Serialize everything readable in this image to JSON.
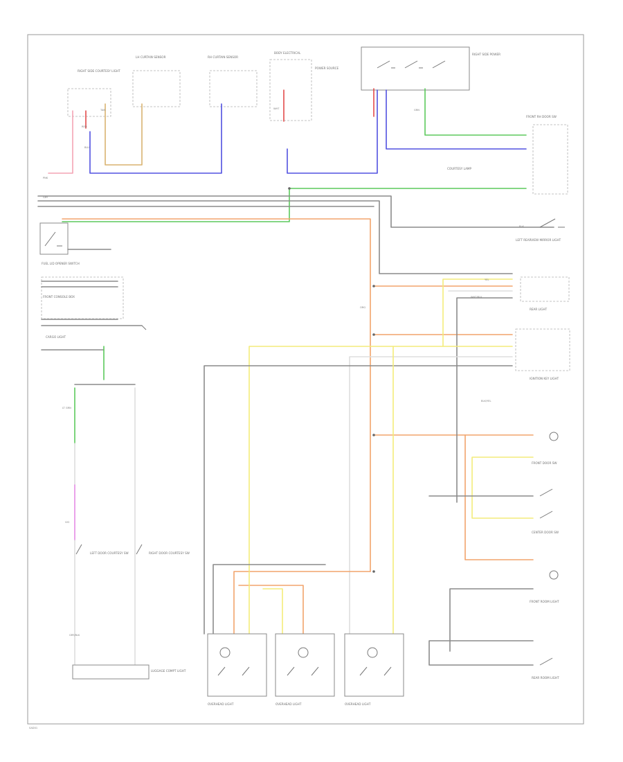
{
  "components": [
    {
      "label": "RIGHT SIDE COURTESY LIGHT"
    },
    {
      "label": "LH CURTAIN SENSOR"
    },
    {
      "label": "RH CURTAIN SENSOR"
    },
    {
      "label": "BODY ELECTRICAL"
    },
    {
      "label": "POWER SOURCE"
    },
    {
      "label": "RIGHT SIDE POWER"
    },
    {
      "label": "FRONT RH DOOR SW"
    },
    {
      "label": "COURTESY LAMP"
    },
    {
      "label": "LEFT REARVIEW MIRROR LIGHT"
    },
    {
      "label": "FUEL LID OPENER SWITCH"
    },
    {
      "label": "FRONT CONSOLE BOX"
    },
    {
      "label": "REAR LIGHT"
    },
    {
      "label": "IGNITION KEY LIGHT"
    },
    {
      "label": "FRONT DOOR SW"
    },
    {
      "label": "CENTER DOOR SW"
    },
    {
      "label": "FRONT ROOM LIGHT"
    },
    {
      "label": "REAR ROOM LIGHT"
    },
    {
      "label": "CARGO LIGHT"
    },
    {
      "label": "LEFT DOOR COURTESY SW"
    },
    {
      "label": "RIGHT DOOR COURTESY SW"
    },
    {
      "label": "LUGGAGE COMPT LIGHT"
    },
    {
      "label": "OVERHEAD LIGHT"
    }
  ],
  "wires": [
    {
      "label": "PNK"
    },
    {
      "label": "RED"
    },
    {
      "label": "BLU"
    },
    {
      "label": "TAN"
    },
    {
      "label": "GRN"
    },
    {
      "label": "ORG"
    },
    {
      "label": "YEL"
    },
    {
      "label": "WHT"
    },
    {
      "label": "BLK"
    },
    {
      "label": "GRY"
    },
    {
      "label": "VIO"
    },
    {
      "label": "LT GRN"
    },
    {
      "label": "WHT/BLK"
    },
    {
      "label": "GRY/BLK"
    },
    {
      "label": "BLK/YEL"
    }
  ],
  "footer": {
    "code": "SAD01"
  }
}
